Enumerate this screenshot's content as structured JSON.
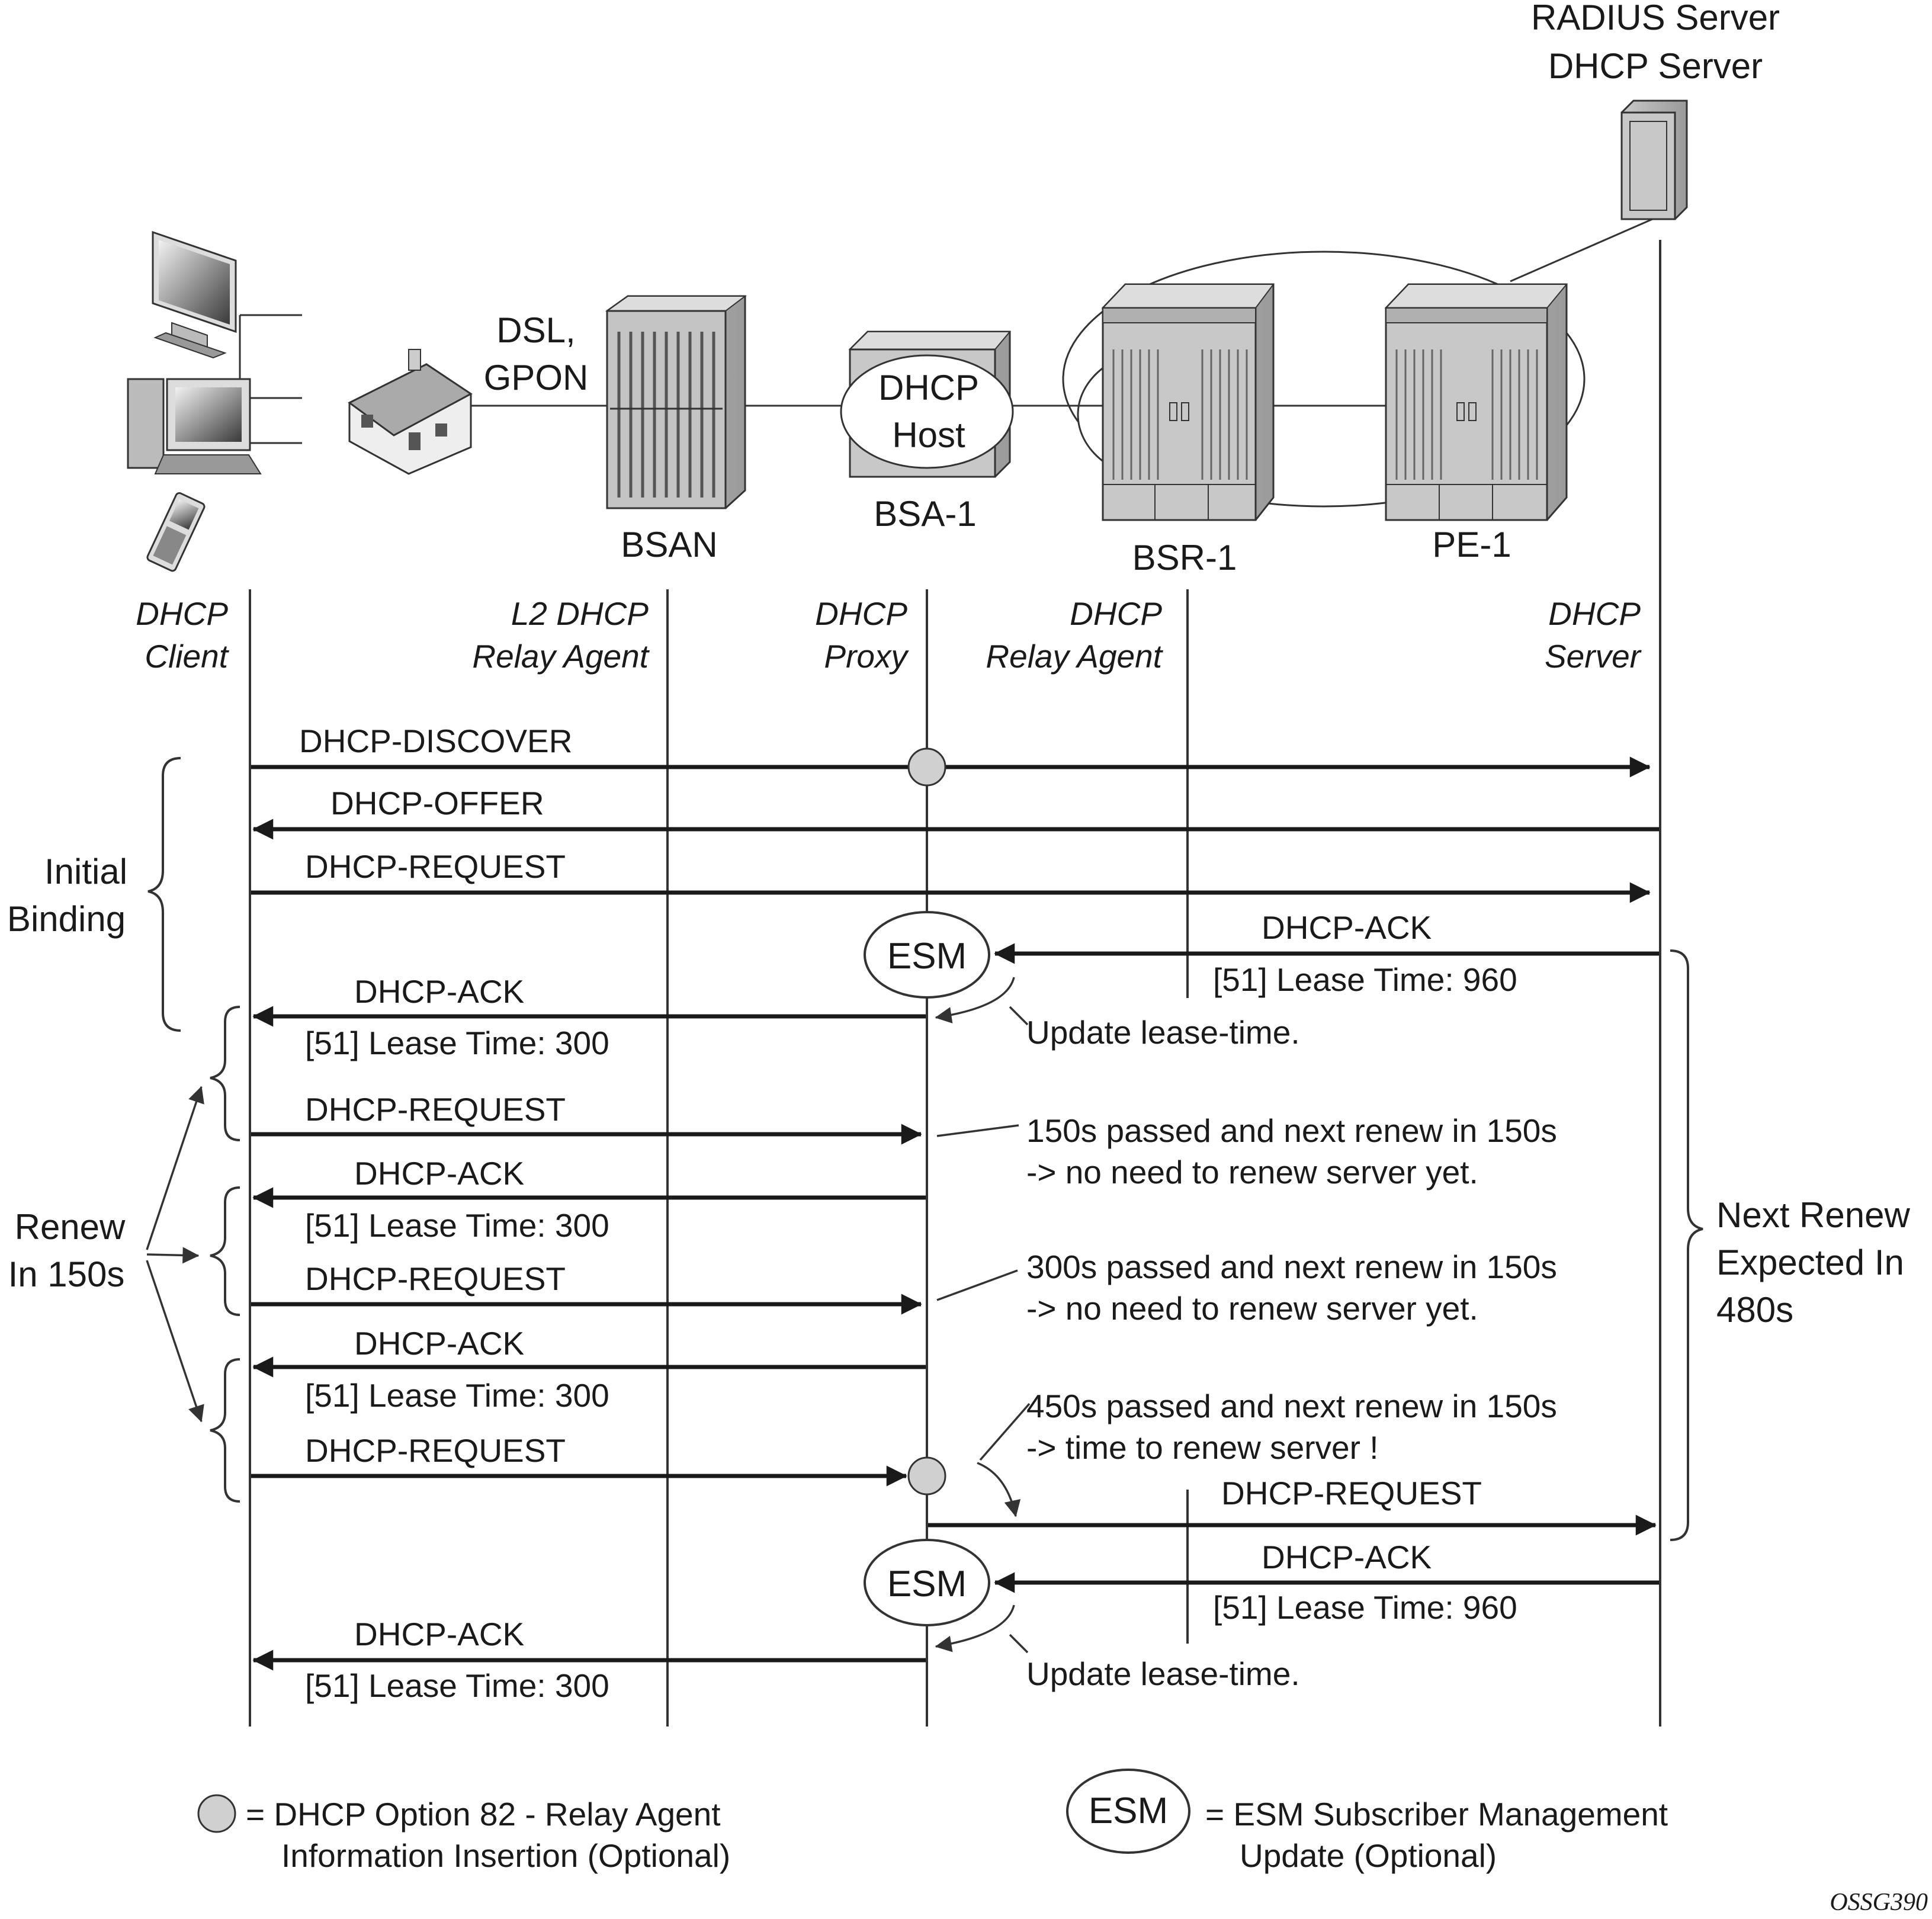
{
  "devices": {
    "radius": [
      "RADIUS Server",
      "DHCP Server"
    ],
    "access": [
      "DSL,",
      "GPON"
    ],
    "bsan": "BSAN",
    "bsa": "BSA-1",
    "dhcp_host": [
      "DHCP",
      "Host"
    ],
    "bsr": "BSR-1",
    "pe": "PE-1"
  },
  "roles": {
    "client": [
      "DHCP",
      "Client"
    ],
    "l2relay": [
      "L2 DHCP",
      "Relay Agent"
    ],
    "proxy": [
      "DHCP",
      "Proxy"
    ],
    "relay": [
      "DHCP",
      "Relay Agent"
    ],
    "server": [
      "DHCP",
      "Server"
    ]
  },
  "messages": {
    "discover": "DHCP-DISCOVER",
    "offer": "DHCP-OFFER",
    "request1": "DHCP-REQUEST",
    "ack_srv1": "DHCP-ACK",
    "lease_srv1": "[51] Lease Time: 960",
    "ack_cli1": "DHCP-ACK",
    "lease_cli1": "[51] Lease Time: 300",
    "request2": "DHCP-REQUEST",
    "ack_cli2": "DHCP-ACK",
    "lease_cli2": "[51] Lease Time: 300",
    "request3": "DHCP-REQUEST",
    "ack_cli3": "DHCP-ACK",
    "lease_cli3": "[51] Lease Time: 300",
    "request4": "DHCP-REQUEST",
    "request_srv": "DHCP-REQUEST",
    "ack_srv2": "DHCP-ACK",
    "lease_srv2": "[51] Lease Time: 960",
    "ack_cli4": "DHCP-ACK",
    "lease_cli4": "[51] Lease Time: 300"
  },
  "notes": {
    "update1": "Update lease-time.",
    "n150": [
      "150s passed and next renew in 150s",
      "-> no need to renew server yet."
    ],
    "n300": [
      "300s passed and next renew in 150s",
      "-> no need to renew server yet."
    ],
    "n450": [
      "450s passed and next renew in 150s",
      "-> time to renew server !"
    ],
    "update2": "Update lease-time."
  },
  "esm_label": "ESM",
  "brackets": {
    "initial": [
      "Initial",
      "Binding"
    ],
    "renew": [
      "Renew",
      "In 150s"
    ],
    "next": [
      "Next Renew",
      "Expected In",
      "480s"
    ]
  },
  "legend": {
    "circle_text": [
      "= DHCP Option 82 - Relay Agent",
      "Information Insertion (Optional)"
    ],
    "esm_box": "ESM",
    "esm_text": [
      "= ESM Subscriber Management",
      "Update (Optional)"
    ]
  },
  "figure_id": "OSSG390"
}
